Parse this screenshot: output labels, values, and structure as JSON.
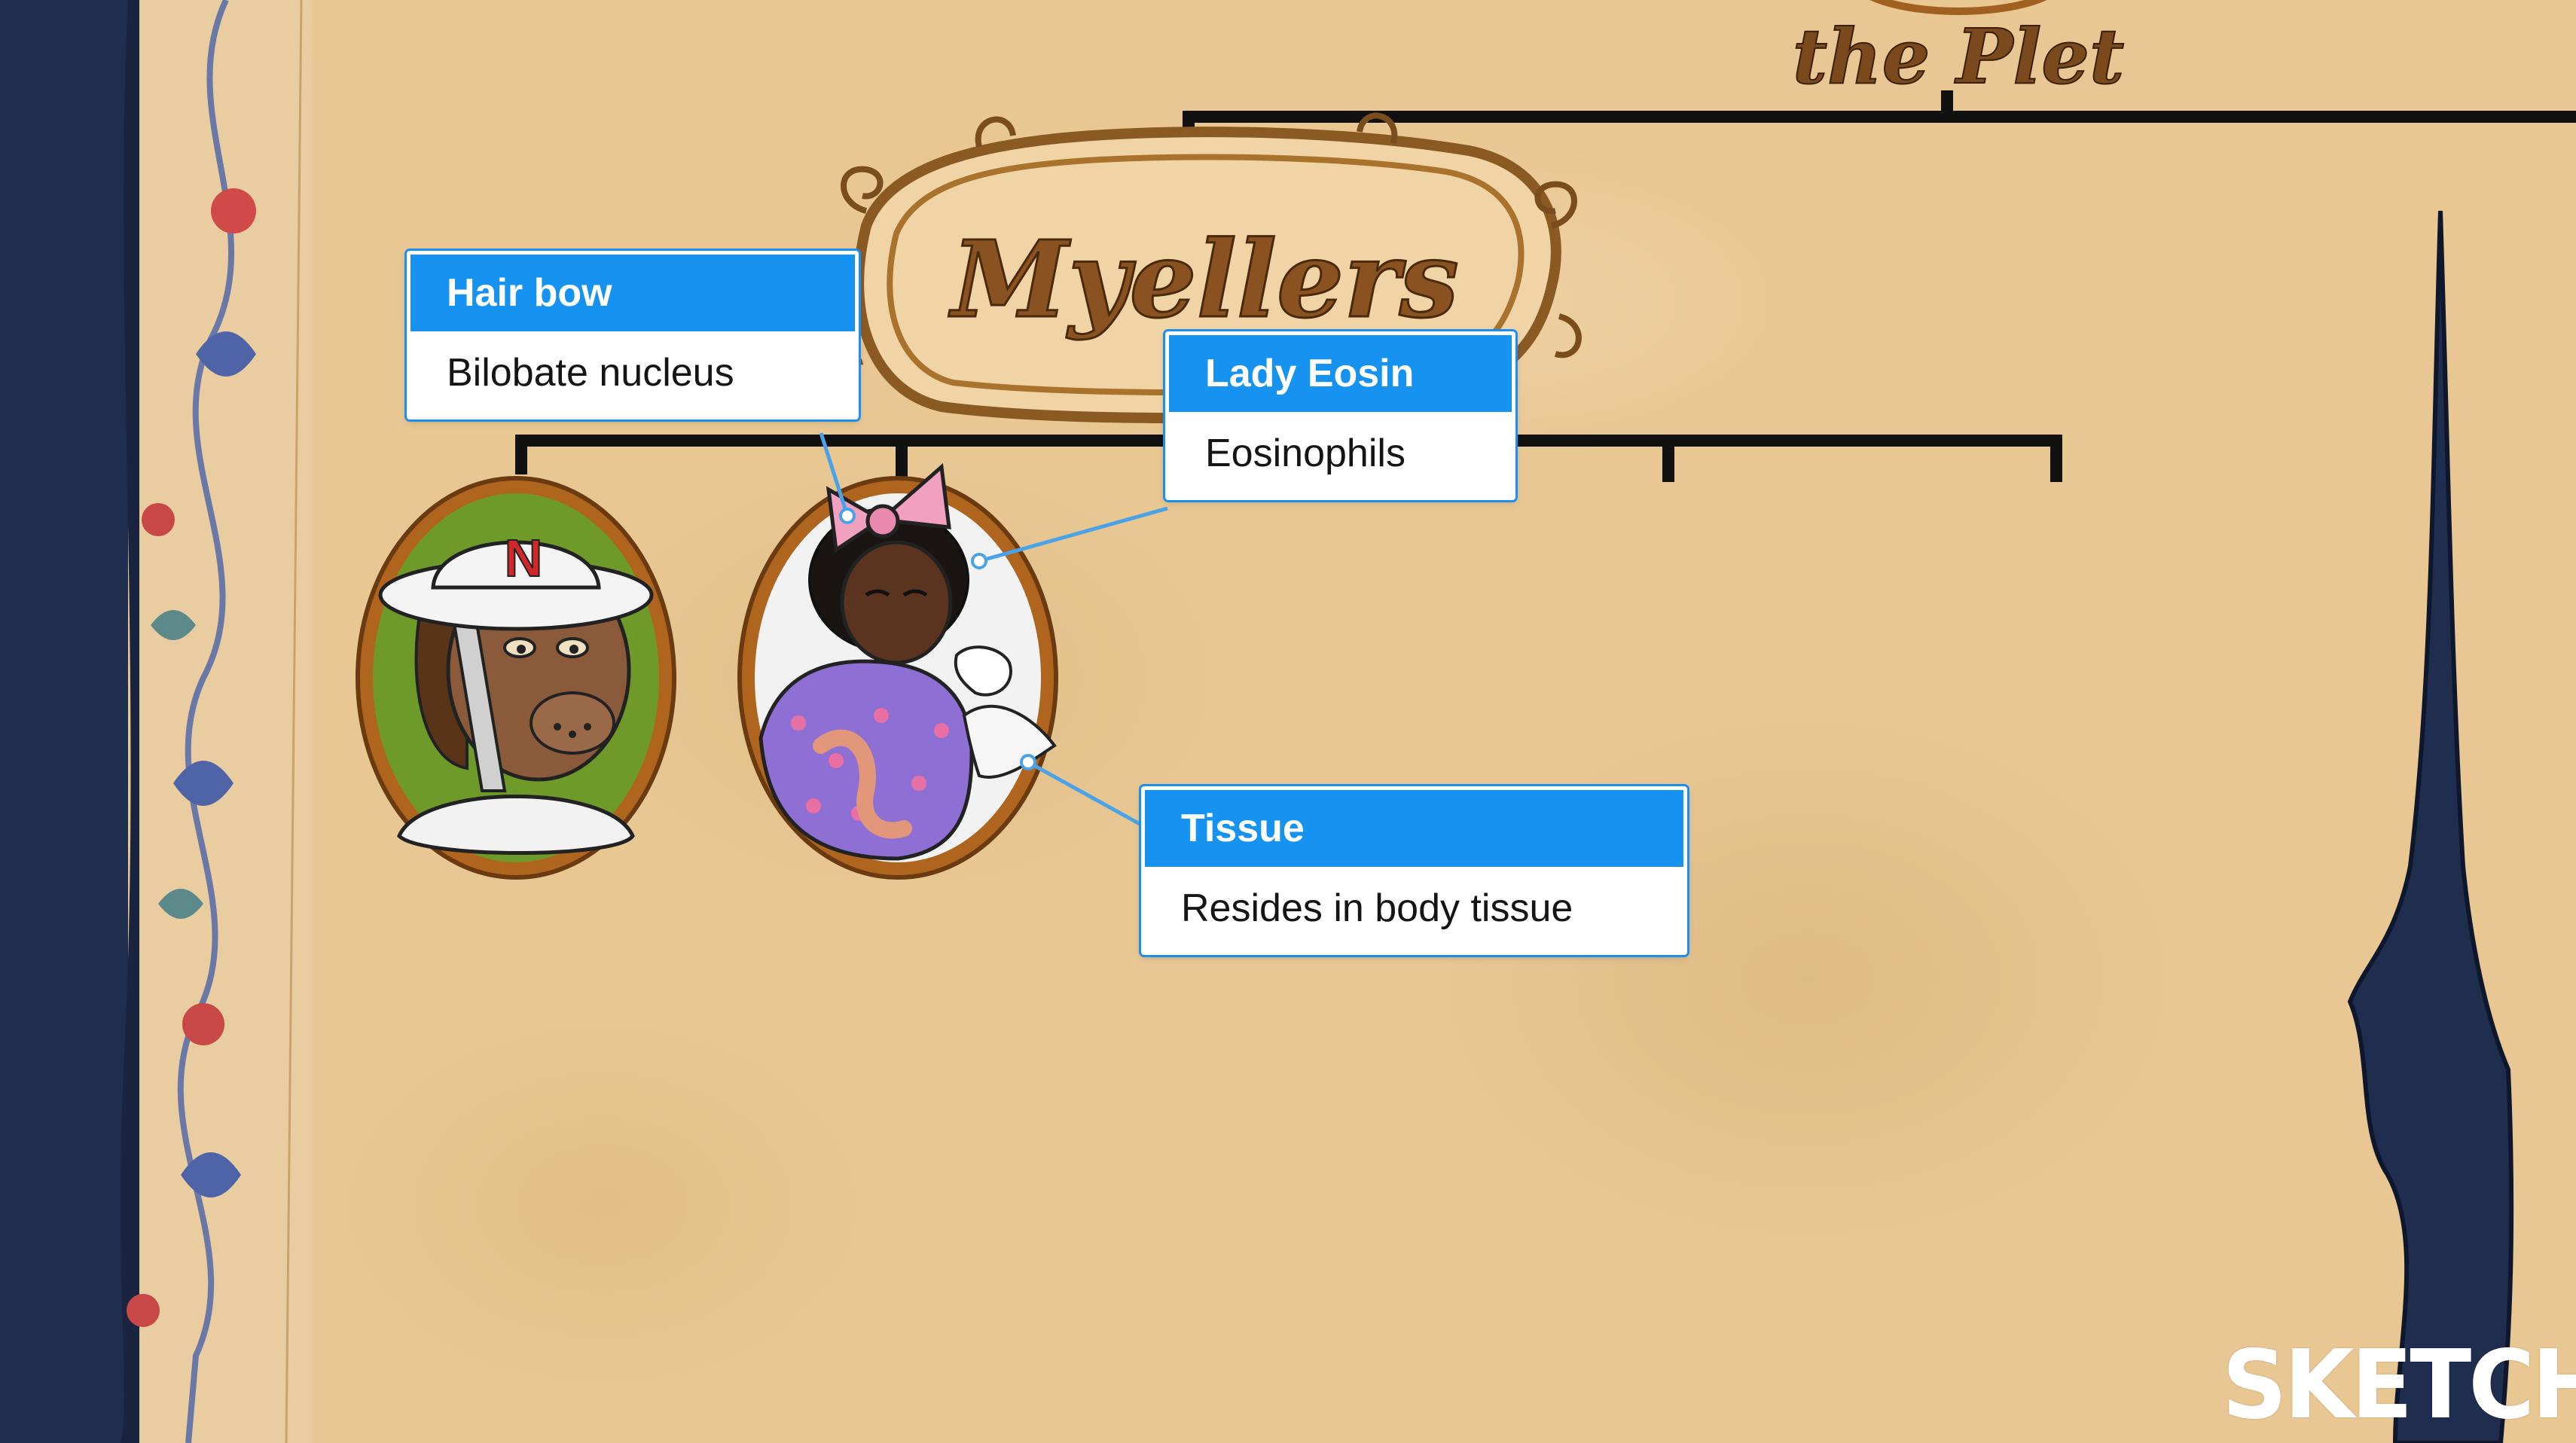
{
  "header": {
    "top_title": "the Plet",
    "banner_title": "Myellers"
  },
  "callouts": [
    {
      "title": "Hair bow",
      "detail": "Bilobate nucleus"
    },
    {
      "title": "Lady Eosin",
      "detail": "Eosinophils"
    },
    {
      "title": "Tissue",
      "detail": "Resides in body tissue"
    }
  ],
  "portraits": [
    {
      "name": "portrait-neutrophil",
      "hat_letter": "N"
    },
    {
      "name": "portrait-lady-eosin"
    }
  ],
  "branding": {
    "logo_text": "SKETCHY"
  },
  "colors": {
    "parchment": "#e8c793",
    "callout_accent": "#1692f0",
    "border_navy": "#1f2d4f",
    "frame_brown": "#a0601f",
    "tree_line": "#111111"
  }
}
